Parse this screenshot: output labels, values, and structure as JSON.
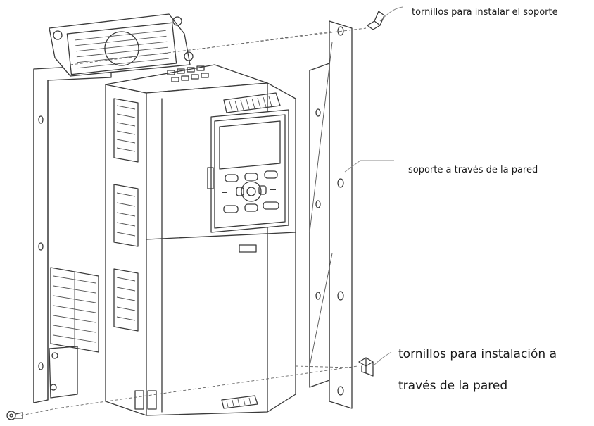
{
  "labels": {
    "screws_bracket": "tornillos para instalar el soporte",
    "bracket_wall": "soporte a través de la pared",
    "screws_wall_line1": "tornillos para instalación a",
    "screws_wall_line2": "través de la pared"
  },
  "colors": {
    "line": "#3a3a3a",
    "background": "#ffffff"
  }
}
